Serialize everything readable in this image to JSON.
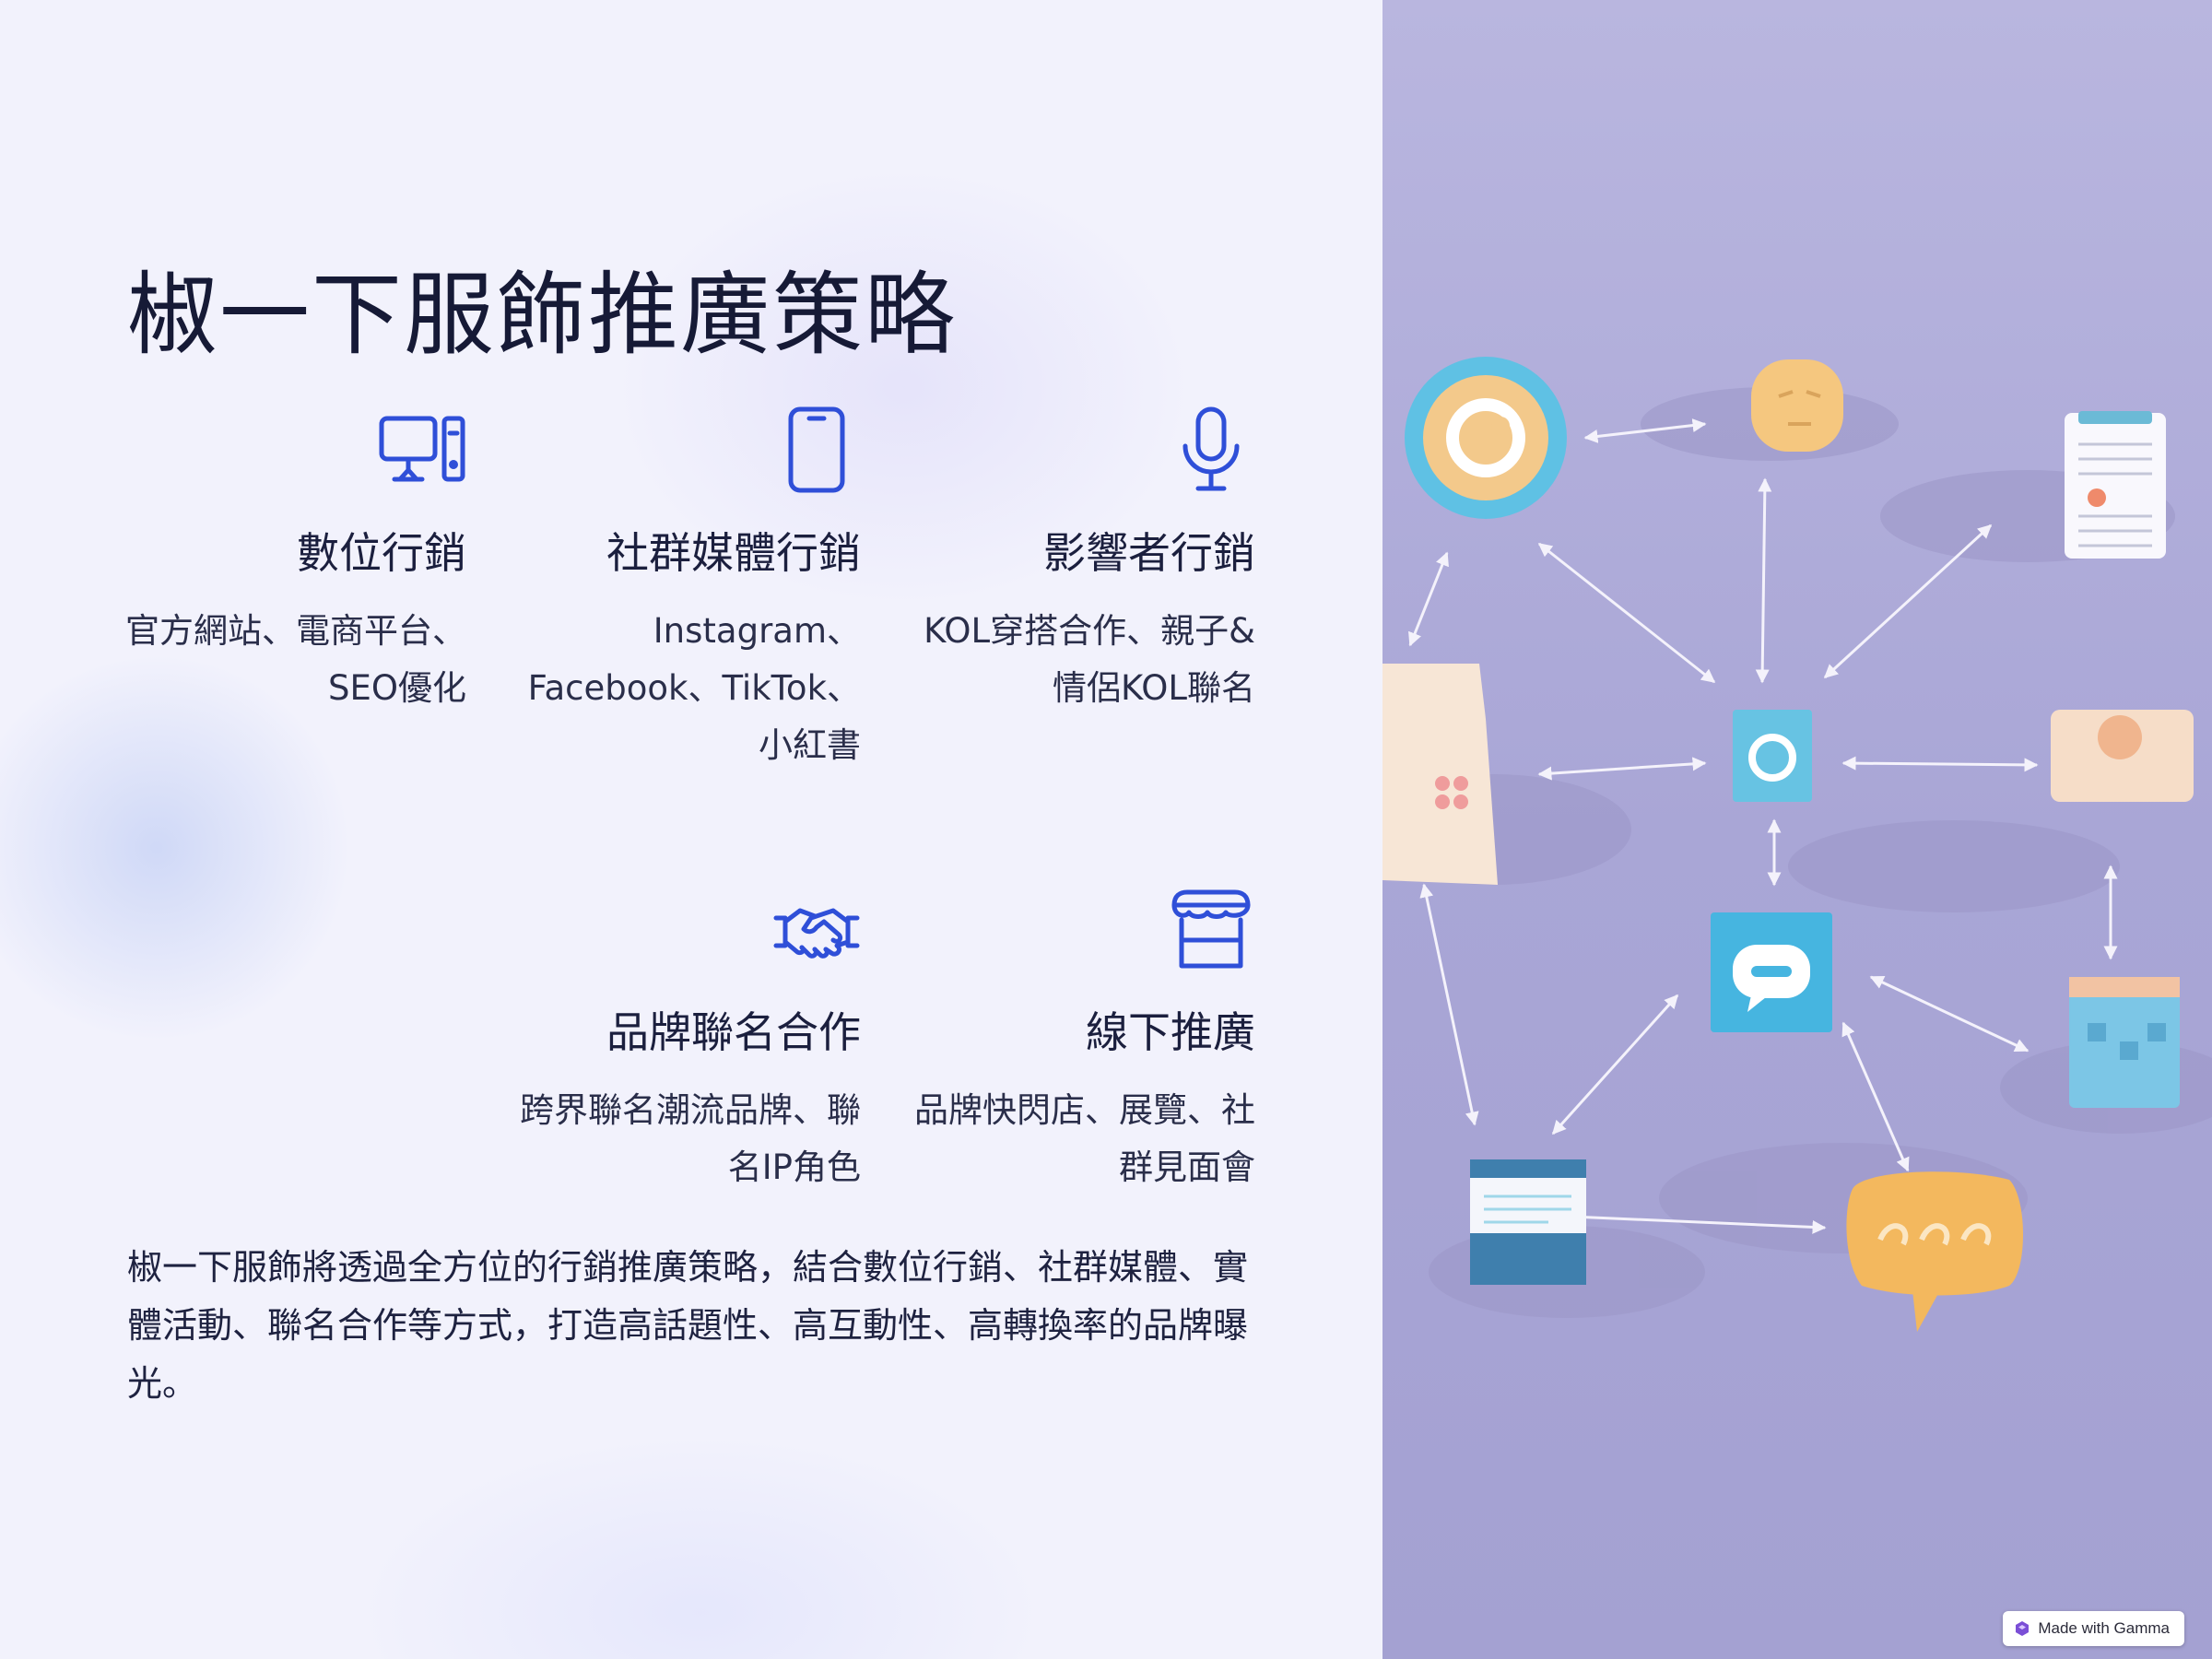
{
  "page": {
    "title": "椒一下服飾推廣策略",
    "summary": "椒一下服飾將透過全方位的行銷推廣策略，結合數位行銷、社群媒體、實體活動、聯名合作等方式，打造高話題性、高互動性、高轉換率的品牌曝光。"
  },
  "cards": [
    {
      "icon": "desktop-computer-icon",
      "title": "數位行銷",
      "description": "官方網站、電商平台、SEO優化"
    },
    {
      "icon": "smartphone-icon",
      "title": "社群媒體行銷",
      "description": "Instagram、Facebook、TikTok、小紅書"
    },
    {
      "icon": "microphone-icon",
      "title": "影響者行銷",
      "description": "KOL穿搭合作、親子&情侶KOL聯名"
    },
    {
      "icon": "handshake-icon",
      "title": "品牌聯名合作",
      "description": "跨界聯名潮流品牌、聯名IP角色"
    },
    {
      "icon": "storefront-icon",
      "title": "線下推廣",
      "description": "品牌快閃店、展覽、社群見面會"
    }
  ],
  "badge": {
    "label": "Made with Gamma",
    "icon": "gamma-logo-icon"
  },
  "colors": {
    "accent": "#2f4fd8",
    "left_background": "#f2f2fc",
    "right_background": "#aaa7d6",
    "title_text": "#161a36"
  }
}
